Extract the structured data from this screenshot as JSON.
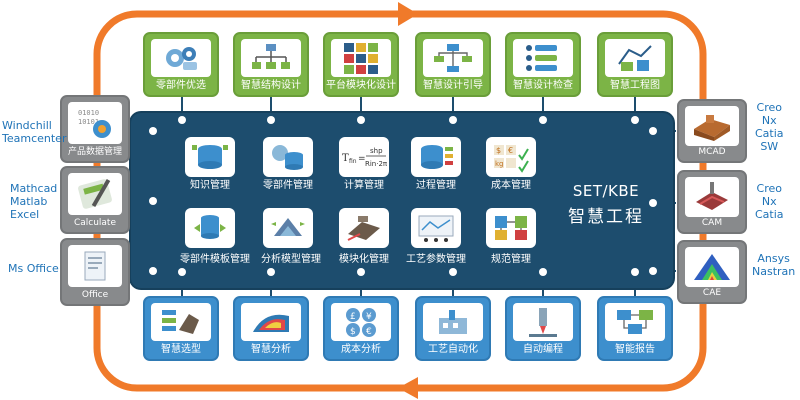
{
  "colors": {
    "orange": "#f07a2a",
    "panel": "#1d4d6e",
    "green": "#7cb446",
    "blue": "#3d8fcd",
    "gray": "#888a8c",
    "tool_text": "#1f73b7"
  },
  "top_modules": [
    {
      "label": "零部件优选",
      "icon": "gears-icon"
    },
    {
      "label": "智慧结构设计",
      "icon": "structure-tree-icon"
    },
    {
      "label": "平台模块化设计",
      "icon": "module-grid-icon"
    },
    {
      "label": "智慧设计引导",
      "icon": "flow-guide-icon"
    },
    {
      "label": "智慧设计检查",
      "icon": "checklist-icon"
    },
    {
      "label": "智慧工程图",
      "icon": "drawing-icon"
    }
  ],
  "bottom_modules": [
    {
      "label": "智慧选型",
      "icon": "selection-icon"
    },
    {
      "label": "智慧分析",
      "icon": "analysis-icon"
    },
    {
      "label": "成本分析",
      "icon": "currency-icon"
    },
    {
      "label": "工艺自动化",
      "icon": "factory-icon"
    },
    {
      "label": "自动编程",
      "icon": "cnc-icon"
    },
    {
      "label": "智能报告",
      "icon": "report-icon"
    }
  ],
  "left_modules": [
    {
      "label": "产品数据管理",
      "icon": "pdm-icon"
    },
    {
      "label": "Calculate",
      "icon": "calculator-icon"
    },
    {
      "label": "Office",
      "icon": "office-doc-icon"
    }
  ],
  "right_modules": [
    {
      "label": "MCAD",
      "icon": "mcad-part-icon"
    },
    {
      "label": "CAM",
      "icon": "cam-part-icon"
    },
    {
      "label": "CAE",
      "icon": "cae-mesh-icon"
    }
  ],
  "left_tools": [
    "Windchill\nTeamcenter",
    "Mathcad\nMatlab\nExcel",
    "Ms Office"
  ],
  "right_tools": [
    "Creo\nNx\nCatia\nSW",
    "Creo\nNx\nCatia",
    "Ansys\nNastran"
  ],
  "center_row1": [
    {
      "label": "知识管理",
      "icon": "database-icon"
    },
    {
      "label": "零部件管理",
      "icon": "parts-db-icon"
    },
    {
      "label": "计算管理",
      "icon": "formula-icon",
      "formula_top": "shp",
      "formula_bottom": "Rin·2π"
    },
    {
      "label": "过程管理",
      "icon": "process-db-icon"
    },
    {
      "label": "成本管理",
      "icon": "cost-icon"
    }
  ],
  "center_row2": [
    {
      "label": "零部件模板管理",
      "icon": "template-icon"
    },
    {
      "label": "分析模型管理",
      "icon": "model-icon"
    },
    {
      "label": "模块化管理",
      "icon": "module-icon"
    },
    {
      "label": "工艺参数管理",
      "icon": "parameter-icon"
    },
    {
      "label": "规范管理",
      "icon": "standard-icon"
    }
  ],
  "center_title": "SET/KBE",
  "center_subtitle": "智慧工程"
}
